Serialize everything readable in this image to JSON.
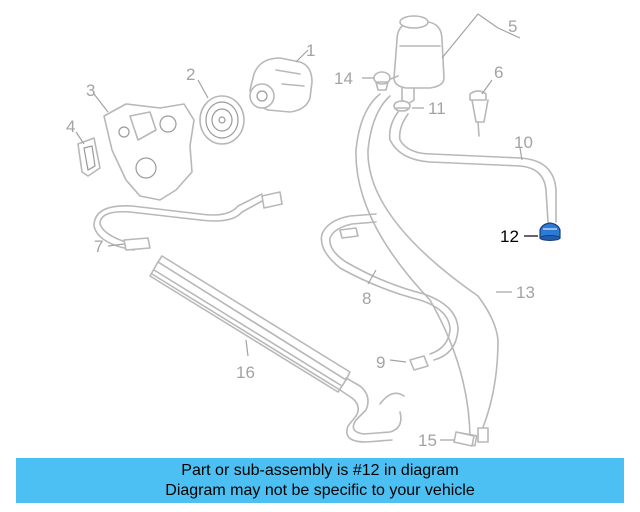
{
  "diagram": {
    "highlight_color": "#2a7ad6",
    "callouts": [
      {
        "id": "1",
        "label": "1"
      },
      {
        "id": "2",
        "label": "2"
      },
      {
        "id": "3",
        "label": "3"
      },
      {
        "id": "4",
        "label": "4"
      },
      {
        "id": "5",
        "label": "5"
      },
      {
        "id": "6",
        "label": "6"
      },
      {
        "id": "7",
        "label": "7"
      },
      {
        "id": "8",
        "label": "8"
      },
      {
        "id": "9",
        "label": "9"
      },
      {
        "id": "10",
        "label": "10"
      },
      {
        "id": "11",
        "label": "11"
      },
      {
        "id": "12",
        "label": "12",
        "highlighted": true
      },
      {
        "id": "13",
        "label": "13"
      },
      {
        "id": "14",
        "label": "14"
      },
      {
        "id": "15",
        "label": "15"
      },
      {
        "id": "16",
        "label": "16"
      }
    ]
  },
  "banner": {
    "background": "#4cc0f2",
    "line1": "Part or sub-assembly is #12 in diagram",
    "line2": "Diagram may not be specific to your vehicle"
  }
}
